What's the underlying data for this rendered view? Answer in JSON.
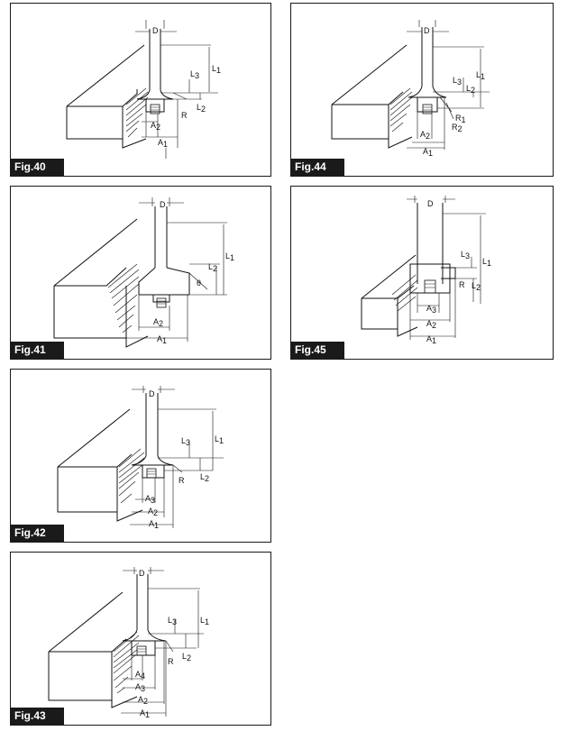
{
  "figures": [
    {
      "id": "fig40",
      "label": "Fig.40",
      "dims": {
        "D": "D",
        "L1": "L1",
        "L2": "L2",
        "L3": "L3",
        "R": "R",
        "A1": "A1",
        "A2": "A2"
      }
    },
    {
      "id": "fig44",
      "label": "Fig.44",
      "dims": {
        "D": "D",
        "L1": "L1",
        "L2": "L2",
        "L3": "L3",
        "R1": "R1",
        "R2": "R2",
        "A1": "A1",
        "A2": "A2"
      }
    },
    {
      "id": "fig41",
      "label": "Fig.41",
      "dims": {
        "D": "D",
        "L1": "L1",
        "L2": "L2",
        "theta": "θ",
        "A1": "A1",
        "A2": "A2"
      }
    },
    {
      "id": "fig45",
      "label": "Fig.45",
      "dims": {
        "D": "D",
        "L1": "L1",
        "L2": "L2",
        "L3": "L3",
        "R": "R",
        "A1": "A1",
        "A2": "A2",
        "A3": "A3"
      }
    },
    {
      "id": "fig42",
      "label": "Fig.42",
      "dims": {
        "D": "D",
        "L1": "L1",
        "L2": "L2",
        "L3": "L3",
        "R": "R",
        "A1": "A1",
        "A2": "A2",
        "A3": "A3"
      }
    },
    {
      "id": "fig43",
      "label": "Fig.43",
      "dims": {
        "D": "D",
        "L1": "L1",
        "L2": "L2",
        "L3": "L3",
        "R": "R",
        "A1": "A1",
        "A2": "A2",
        "A3": "A3",
        "A4": "A4"
      }
    }
  ]
}
